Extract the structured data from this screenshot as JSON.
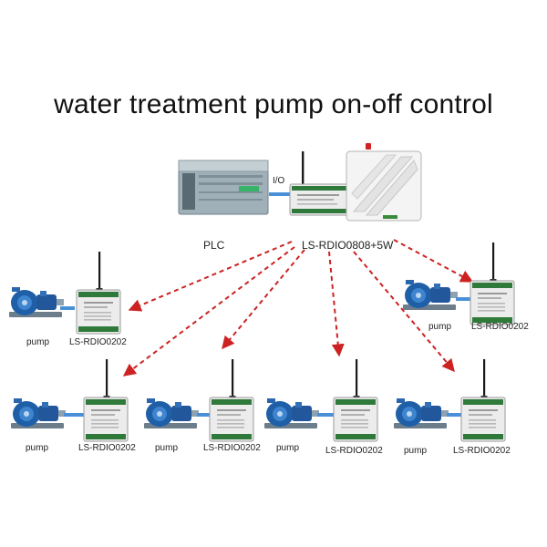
{
  "title": "water treatment pump on-off control",
  "central": {
    "plc_label": "PLC",
    "io_label": "I/O",
    "module_label": "LS-RDIO0808+5W"
  },
  "nodes": [
    {
      "pump_label": "pump",
      "module_label": "LS-RDIO0202"
    },
    {
      "pump_label": "pump",
      "module_label": "LS-RDIO0202"
    },
    {
      "pump_label": "pump",
      "module_label": "LS-RDIO0202"
    },
    {
      "pump_label": "pump",
      "module_label": "LS-RDIO0202"
    },
    {
      "pump_label": "pump",
      "module_label": "LS-RDIO0202"
    },
    {
      "pump_label": "pump",
      "module_label": "LS-RDIO0202"
    }
  ],
  "colors": {
    "link_arrow": "#cc2222",
    "io_link": "#4a90d9",
    "pump_body": "#1e5fa8",
    "module_body": "#ececec",
    "plc_body": "#9fb0b8"
  }
}
